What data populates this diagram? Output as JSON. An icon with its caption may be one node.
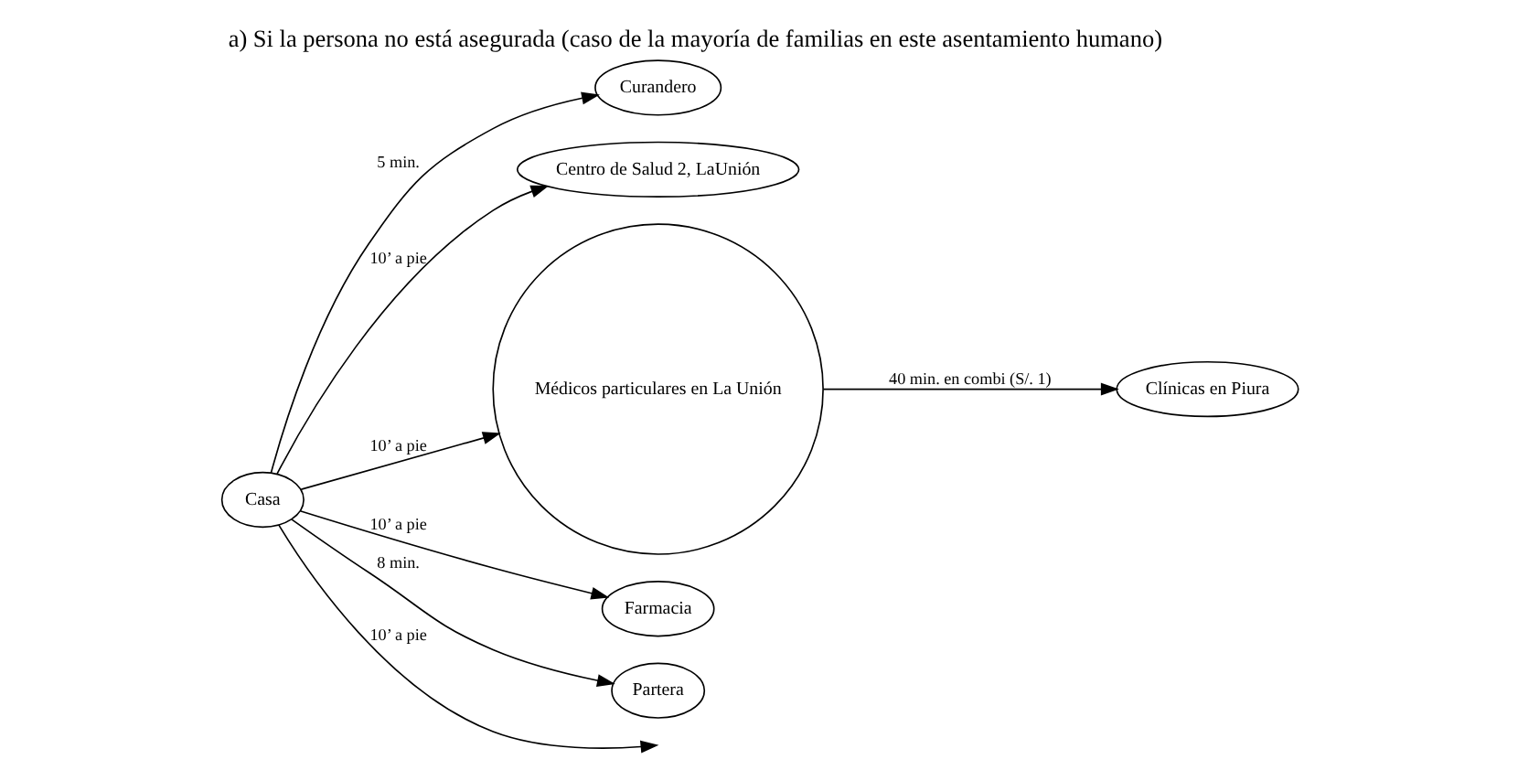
{
  "diagram": {
    "title": "a) Si la persona no está asegurada (caso de la mayoría de familias en este asentamiento humano)",
    "nodes": [
      {
        "text": [
          "Curandero"
        ]
      },
      {
        "text": [
          "Centro de Salud 2, LaUnión"
        ]
      },
      {
        "text": [
          "Médicos particulares en La Unión"
        ]
      },
      {
        "text": [
          "Clínicas en Piura"
        ]
      },
      {
        "text": [
          "Casa"
        ]
      },
      {
        "text": [
          "Farmacia"
        ]
      },
      {
        "text": [
          "Partera"
        ]
      }
    ],
    "edges": [
      {
        "from": 4,
        "to": 0,
        "arrow": "to",
        "label": "5 min."
      },
      {
        "from": 4,
        "to": 1,
        "arrow": "to",
        "label": "10’ a pie"
      },
      {
        "from": 4,
        "to": 2,
        "arrow": "to",
        "label": "10’ a pie"
      },
      {
        "from": 4,
        "to": null,
        "arrow": "to",
        "label": "10’ a pie"
      },
      {
        "from": 4,
        "to": 5,
        "arrow": "to",
        "label": "10’ a pie"
      },
      {
        "from": 4,
        "to": 6,
        "arrow": "to",
        "label": "8 min."
      },
      {
        "from": 2,
        "to": 3,
        "arrow": "to",
        "label": "40 min. en combi (S/. 1)"
      }
    ]
  }
}
